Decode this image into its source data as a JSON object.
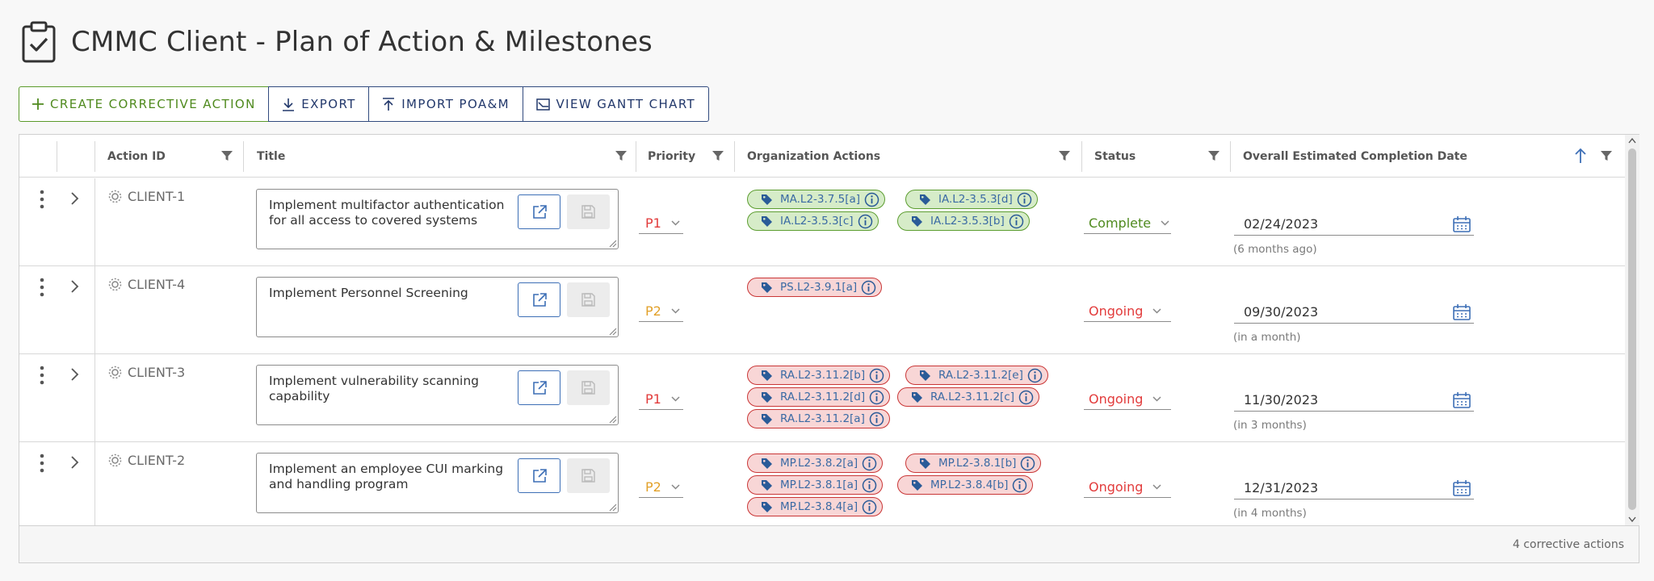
{
  "header": {
    "title": "CMMC Client - Plan of Action & Milestones"
  },
  "toolbar": {
    "create": "CREATE CORRECTIVE ACTION",
    "export": "EXPORT",
    "import": "IMPORT POA&M",
    "gantt": "VIEW GANTT CHART"
  },
  "columns": {
    "action_id": "Action ID",
    "title": "Title",
    "priority": "Priority",
    "org_actions": "Organization Actions",
    "status": "Status",
    "completion": "Overall Estimated Completion Date"
  },
  "colors": {
    "green": "#4f8a1e",
    "red": "#e23b3b",
    "orange": "#e2a12a",
    "blue": "#3d6fb6"
  },
  "rows": [
    {
      "id": "CLIENT-1",
      "title": "Implement multifactor authentication for all access to covered systems",
      "priority": "P1",
      "tags": [
        "MA.L2-3.7.5[a]",
        "IA.L2-3.5.3[d]",
        "IA.L2-3.5.3[c]",
        "IA.L2-3.5.3[b]"
      ],
      "status": "Complete",
      "date": "02/24/2023",
      "relative": "(6 months ago)"
    },
    {
      "id": "CLIENT-4",
      "title": "Implement Personnel Screening",
      "priority": "P2",
      "tags": [
        "PS.L2-3.9.1[a]"
      ],
      "status": "Ongoing",
      "date": "09/30/2023",
      "relative": "(in a month)"
    },
    {
      "id": "CLIENT-3",
      "title": "Implement vulnerability scanning capability",
      "priority": "P1",
      "tags": [
        "RA.L2-3.11.2[b]",
        "RA.L2-3.11.2[e]",
        "RA.L2-3.11.2[d]",
        "RA.L2-3.11.2[c]",
        "RA.L2-3.11.2[a]"
      ],
      "status": "Ongoing",
      "date": "11/30/2023",
      "relative": "(in 3 months)"
    },
    {
      "id": "CLIENT-2",
      "title": "Implement an employee CUI marking and handling program",
      "priority": "P2",
      "tags": [
        "MP.L2-3.8.2[a]",
        "MP.L2-3.8.1[b]",
        "MP.L2-3.8.1[a]",
        "MP.L2-3.8.4[b]",
        "MP.L2-3.8.4[a]"
      ],
      "status": "Ongoing",
      "date": "12/31/2023",
      "relative": "(in 4 months)"
    }
  ],
  "footer": {
    "count": "4 corrective actions"
  }
}
